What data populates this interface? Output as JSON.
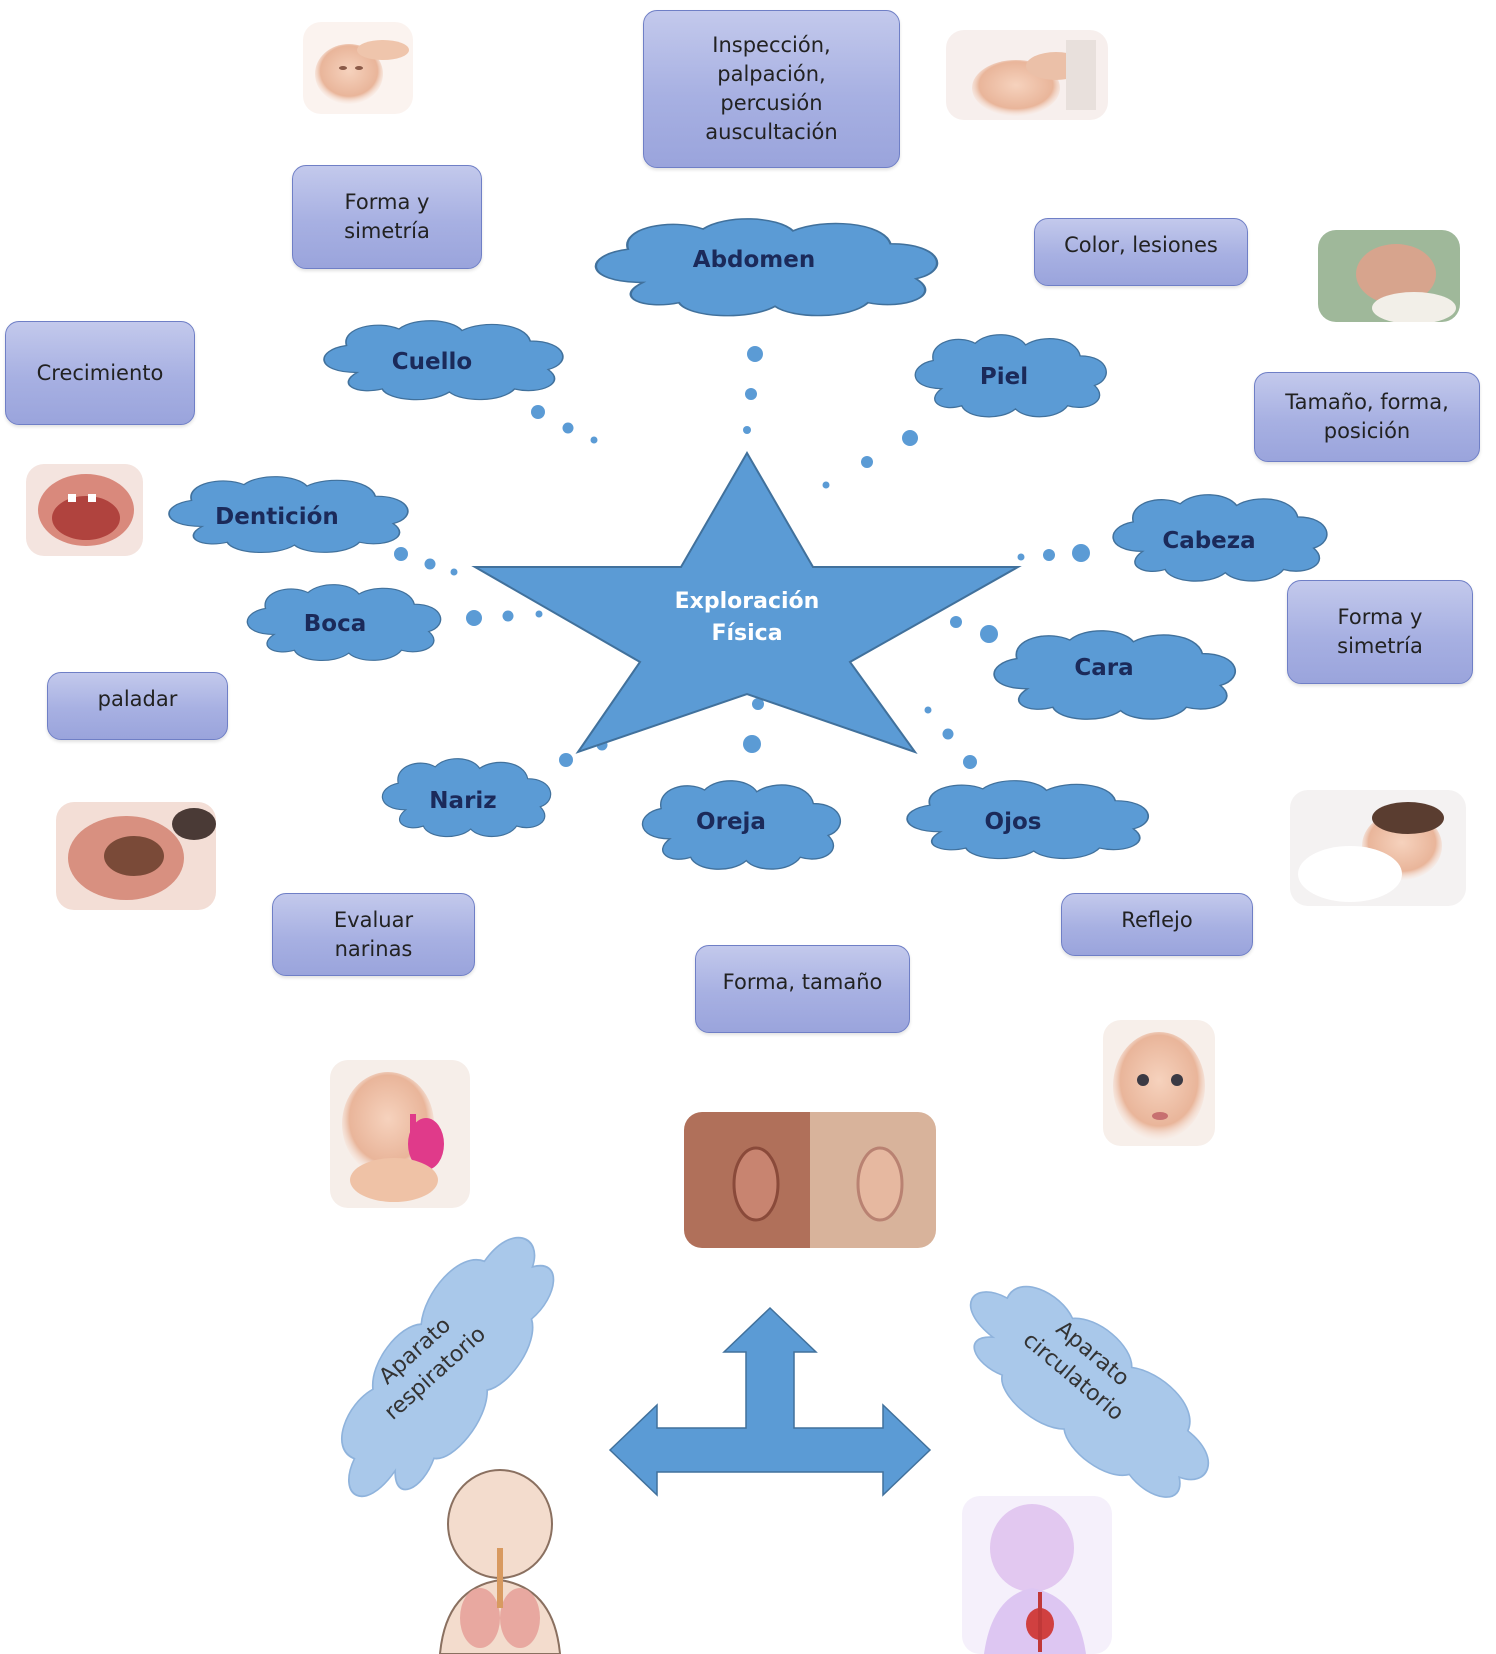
{
  "center": {
    "line1": "Exploración",
    "line2": "Física"
  },
  "clouds": {
    "abdomen": "Abdomen",
    "cuello": "Cuello",
    "piel": "Piel",
    "denticion": "Dentición",
    "cabeza": "Cabeza",
    "boca": "Boca",
    "cara": "Cara",
    "nariz": "Nariz",
    "oreja": "Oreja",
    "ojos": "Ojos"
  },
  "notes": {
    "abdomen": [
      "Inspección,",
      "palpación,",
      "percusión",
      "auscultación"
    ],
    "cuello": [
      "Forma y",
      "simetría"
    ],
    "piel": [
      "Color, lesiones"
    ],
    "denticion": [
      "Crecimiento"
    ],
    "cabeza": [
      "Tamaño, forma,",
      "posición"
    ],
    "cara": [
      "Forma y",
      "simetría"
    ],
    "boca": [
      "paladar"
    ],
    "nariz": [
      "Evaluar",
      "narinas"
    ],
    "oreja": [
      "Forma, tamaño"
    ],
    "ojos": [
      "Reflejo"
    ]
  },
  "systems": {
    "respiratorio": [
      "Aparato",
      "respiratorio"
    ],
    "circulatorio": [
      "Aparato",
      "circulatorio"
    ]
  },
  "colors": {
    "cloud_fill": "#5b9bd5",
    "cloud_stroke": "#41719c",
    "star_fill": "#5b9bd5",
    "note_fill": "#a7b0e2",
    "soft_cloud_fill": "#a9c8ea",
    "arrow_fill": "#5b9bd5"
  },
  "images": [
    "baby-neck-photo",
    "baby-abdomen-photo",
    "baby-skin-photo",
    "baby-teeth-photo",
    "baby-palate-photo",
    "baby-sleeping-photo",
    "baby-nose-aspirator-photo",
    "baby-ears-photo",
    "baby-face-photo",
    "respiratory-illustration",
    "circulatory-illustration"
  ]
}
